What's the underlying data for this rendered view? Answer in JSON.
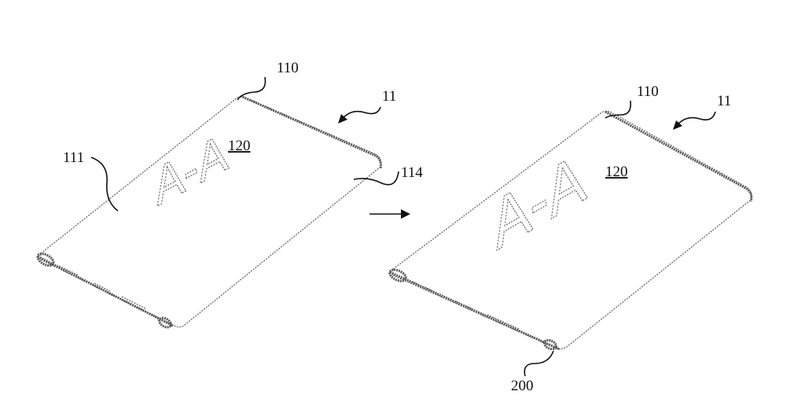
{
  "figure": {
    "left_device": {
      "labels": {
        "frame": "110",
        "device": "11",
        "screen": "120",
        "face": "111",
        "edge": "114"
      },
      "screen_text": "A-A"
    },
    "right_device": {
      "labels": {
        "frame": "110",
        "device": "11",
        "screen": "120",
        "bottom": "200"
      },
      "screen_text": "A-A"
    }
  }
}
